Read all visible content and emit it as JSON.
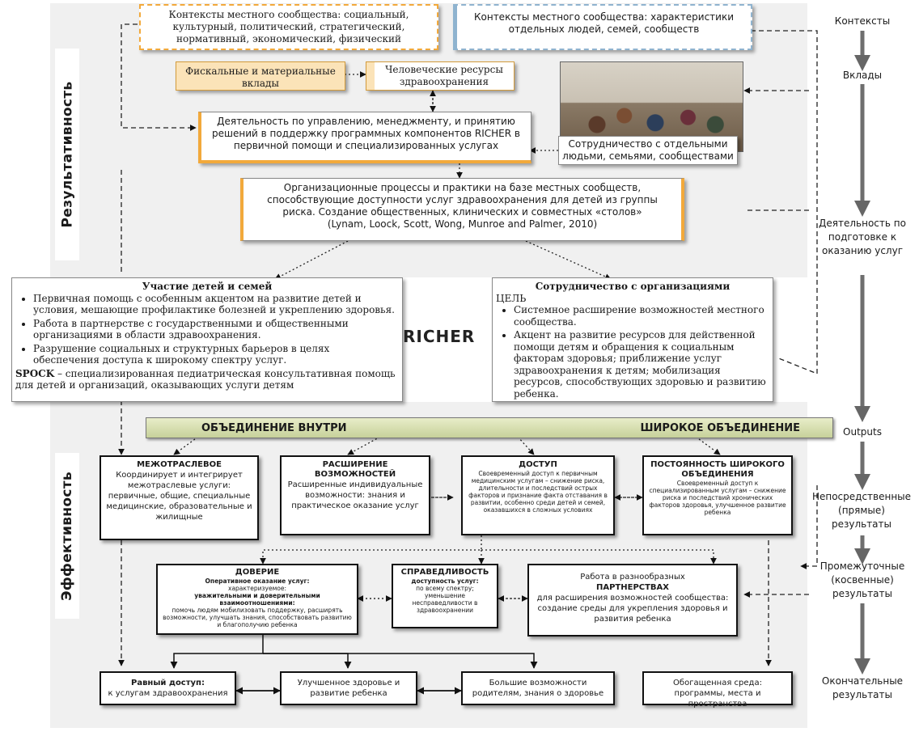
{
  "side_labels": {
    "top": "Результативность",
    "bottom": "Эффективность"
  },
  "right_stages": [
    {
      "key": "contexts",
      "text": "Контексты"
    },
    {
      "key": "inputs",
      "text": "Вклады"
    },
    {
      "key": "activities",
      "text": "Деятельность по подготовке к оказанию услуг"
    },
    {
      "key": "outputs",
      "text": "Outputs"
    },
    {
      "key": "immediate",
      "text": "Непосредственные (прямые) результаты"
    },
    {
      "key": "intermediate",
      "text": "Промежуточные (косвенные) результаты"
    },
    {
      "key": "final",
      "text": "Окончательные результаты"
    }
  ],
  "boxes": {
    "community_context": "Контексты местного сообщества: социальный, культурный, политический, стратегический, нормативный, экономический, физический",
    "individual_context": "Контексты местного сообщества: характеристики отдельных людей, семей, сообществ",
    "fiscal": "Фискальные и материальные вклады",
    "human_resources": "Человеческие ресурсы здравоохранения",
    "management": "Деятельность по управлению, менеджменту, и принятию решений в поддержку программных компонентов RICHER в первичной помощи и специализированных услугах",
    "collaboration_photo_caption": "Сотрудничество с отдельными людьми, семьями, сообществами",
    "org_processes": "Организационные процессы и практики на базе местных сообществ, способствующие доступности услуг здравоохранения для детей из группы риска. Создание общественных, клинических и совместных «столов»",
    "org_processes_ref": "(Lynam, Loock, Scott, Wong, Munroe and Palmer, 2010)"
  },
  "children_families": {
    "title": "Участие детей и семей",
    "items": [
      "Первичная помощь с особенным акцентом на развитие детей и условия, мешающие профилактике болезней и укреплению здоровья.",
      "Работа в партнерстве с государственными и общественными организациями в области здравоохранения.",
      "Разрушение социальных и структурных барьеров в целях обеспечения доступа к широкому спектру услуг."
    ],
    "spock_bold": "SPOCK",
    "spock_text": " – специализированная педиатрическая консультативная помощь для детей и организаций, оказывающих услуги детям"
  },
  "richer_logo": "RICHER",
  "organizations": {
    "title": "Сотрудничество с организациями",
    "goal": "ЦЕЛЬ",
    "items": [
      "Системное расширение возможностей местного сообщества.",
      "Акцент на развитие ресурсов для действенной помощи детям и обращения к социальным факторам здоровья; приближение услуг здравоохранения к детям; мобилизация ресурсов, способствующих здоровью и развитию ребенка."
    ]
  },
  "bar": {
    "left": "ОБЪЕДИНЕНИЕ ВНУТРИ",
    "right": "ШИРОКОЕ ОБЪЕДИНЕНИЕ"
  },
  "outputs_boxes": {
    "intersectoral": {
      "title": "МЕЖОТРАСЛЕВОЕ",
      "text": "Координирует и интегрирует межотраслевые услуги: первичные, общие, специальные медицинские, образовательные и жилищные"
    },
    "capacity": {
      "title": "РАСШИРЕНИЕ ВОЗМОЖНОСТЕЙ",
      "text": "Расширенные индивидуальные возможности: знания и практическое оказание услуг"
    },
    "access": {
      "title": "ДОСТУП",
      "text": "Своевременный доступ к первичным медицинским услугам – снижение риска, длительности и последствий острых факторов и признание факта отставания в развитии, особенно среди детей и семей, оказавшихся в сложных условиях"
    },
    "continuity": {
      "title": "ПОСТОЯННОСТЬ ШИРОКОГО ОБЪЕДИНЕНИЯ",
      "text": "Своевременный доступ к специализированным услугам – снижение риска и последствий хронических факторов здоровья, улучшенное развитие ребенка"
    }
  },
  "intermediate_boxes": {
    "trust": {
      "title": "ДОВЕРИЕ",
      "sub": "Оперативное оказание услуг:",
      "line1": "характеризуемое:",
      "line2": "уважительными и доверительными взаимоотношениями:",
      "line3": "помочь людям мобилизовать поддержку, расширять возможности, улучшать знания, способствовать развитию и благополучию ребенка"
    },
    "equity": {
      "title": "СПРАВЕДЛИВОСТЬ",
      "sub": "доступность услуг:",
      "text": "по всему спектру; уменьшение несправедливости в здравоохранении"
    },
    "partnerships": {
      "pre": "Работа в разнообразных",
      "title": "ПАРТНЕРСТВАХ",
      "text": "для расширения возможностей сообщества: создание среды для укрепления здоровья и развития ребенка"
    }
  },
  "final_boxes": {
    "equal_access": {
      "title": "Равный доступ:",
      "text": "к услугам здравоохранения"
    },
    "health": {
      "text": "Улучшенное здоровье и развитие ребенка"
    },
    "parents": {
      "text": "Большие возможности родителям, знания о здоровье"
    },
    "environment": {
      "text": "Обогащенная среда: программы, места и пространства"
    }
  }
}
